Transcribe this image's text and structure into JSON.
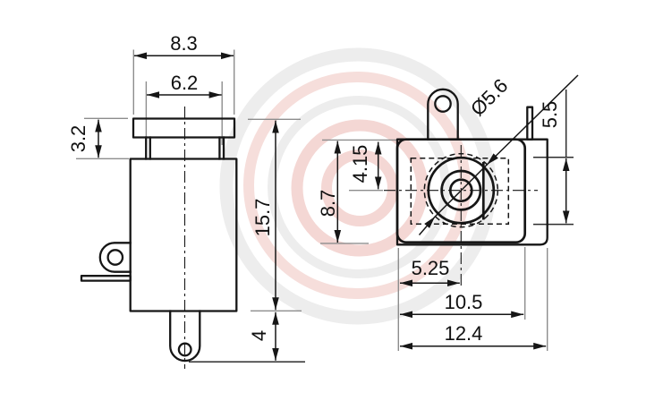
{
  "drawing": {
    "type": "technical-dimension-drawing",
    "subject": "DC power jack connector, side view and front view",
    "background_color": "#ffffff",
    "line_color": "#161616",
    "extension_line_color": "#8d8d8d",
    "watermark_colors": {
      "gray": "#ececec",
      "pink": "#f4d7d4"
    }
  },
  "dims": {
    "cap_width": "8.3",
    "bush_width": "6.2",
    "bush_height": "3.2",
    "body_height": "15.7",
    "lug_length": "4",
    "barrel_dia": "Ø5.6",
    "window_height": "5.5",
    "center_from_top": "4.15",
    "front_height": "8.7",
    "center_from_left": "5.25",
    "face_width": "10.5",
    "overall_width": "12.4"
  }
}
